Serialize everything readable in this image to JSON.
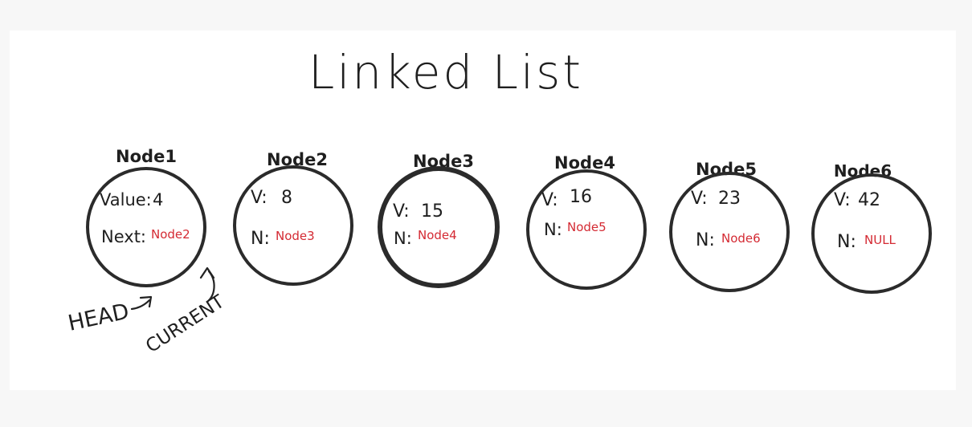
{
  "title": "Linked List",
  "colors": {
    "ink": "#1f1f1f",
    "pointer": "#d42a33"
  },
  "nodes": [
    {
      "name": "Node1",
      "value_label": "Value:",
      "value": "4",
      "next_label": "Next:",
      "next": "Node2"
    },
    {
      "name": "Node2",
      "value_label": "V:",
      "value": "8",
      "next_label": "N:",
      "next": "Node3"
    },
    {
      "name": "Node3",
      "value_label": "V:",
      "value": "15",
      "next_label": "N:",
      "next": "Node4"
    },
    {
      "name": "Node4",
      "value_label": "V:",
      "value": "16",
      "next_label": "N:",
      "next": "Node5"
    },
    {
      "name": "Node5",
      "value_label": "V:",
      "value": "23",
      "next_label": "N:",
      "next": "Node6"
    },
    {
      "name": "Node6",
      "value_label": "V:",
      "value": "42",
      "next_label": "N:",
      "next": "NULL"
    }
  ],
  "annotations": {
    "head": "HEAD",
    "current": "CURRENT"
  }
}
